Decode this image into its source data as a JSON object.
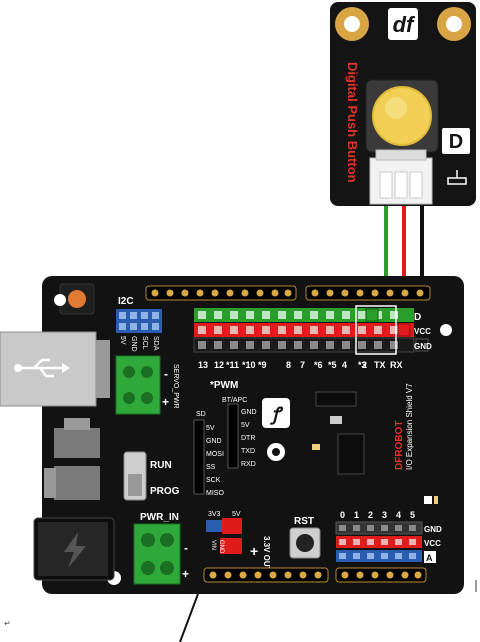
{
  "module": {
    "title": "Digital Push Button",
    "logo": "df",
    "pin_letter": "D",
    "wire_colors": [
      "#2a9d2a",
      "#e01b1b",
      "#111111"
    ]
  },
  "board": {
    "pwm_label": "*PWM",
    "i2c_label": "I2C",
    "i2c_pins": [
      "5V",
      "GND",
      "SCL",
      "SDA"
    ],
    "servo_label": "SERVO_PWR",
    "bt_label": "BT/APC",
    "bt_pins": [
      "GND",
      "5V",
      "DTR",
      "TXD",
      "RXD"
    ],
    "sd_label": "SD",
    "sd_pins": [
      "5V",
      "GND",
      "MOSI",
      "SS",
      "SCK",
      "MISO"
    ],
    "run_label": "RUN",
    "prog_label": "PROG",
    "pwr_in_label": "PWR_IN",
    "v33_label": "3V3",
    "v5_label": "5V",
    "vin_label": "VIN",
    "gnd_small_label": "GND",
    "rst_label": "RST",
    "v33_out_label": "3.3V OUT",
    "brand": "DFROBOT",
    "brand_sub": "I/O Expansion Shield V7",
    "row_labels_right": [
      "D",
      "VCC",
      "GND"
    ],
    "analog_row_labels": [
      "GND",
      "VCC",
      "A"
    ],
    "digital_numbers": [
      "13",
      "12",
      "*11",
      "*10",
      "*9",
      "8",
      "7",
      "*6",
      "*5",
      "4",
      "*3",
      "2",
      "TX",
      "RX"
    ],
    "analog_numbers": [
      "0",
      "1",
      "2",
      "3",
      "4",
      "5"
    ],
    "plus_label": "+",
    "minus_label": "-"
  }
}
